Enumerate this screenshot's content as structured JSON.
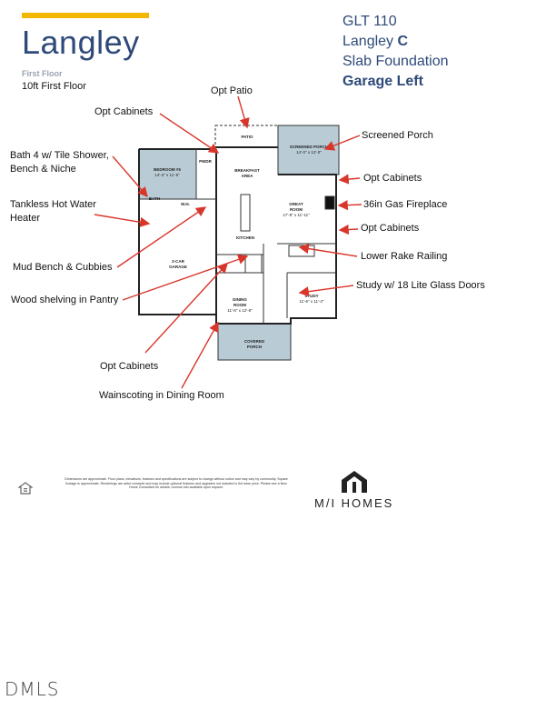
{
  "header": {
    "title": "Langley",
    "floor_label": "First Floor",
    "ceiling_note": "10ft First Floor"
  },
  "plan_info": {
    "line1": "GLT 110",
    "line2_prefix": "Langley ",
    "line2_bold": "C",
    "line3": "Slab Foundation",
    "line4": "Garage Left"
  },
  "callouts": {
    "opt_patio": "Opt Patio",
    "opt_cabinets_top": "Opt Cabinets",
    "screened_porch": "Screened Porch",
    "bath4": "Bath 4 w/ Tile Shower,",
    "bath4_line2": "Bench & Niche",
    "opt_cabinets_right1": "Opt Cabinets",
    "tankless": "Tankless Hot Water",
    "tankless_line2": "Heater",
    "fireplace": "36in Gas Fireplace",
    "opt_cabinets_right2": "Opt Cabinets",
    "lower_rake": "Lower Rake Railing",
    "mud_bench": "Mud Bench & Cubbies",
    "study_doors": "Study w/ 18 Lite Glass Doors",
    "pantry": "Wood shelving in Pantry",
    "opt_cabinets_bottom": "Opt Cabinets",
    "wainscoting": "Wainscoting in Dining Room"
  },
  "rooms": {
    "patio": "PATIO",
    "screened_porch": "SCREENED PORCH",
    "screened_porch_dim": "14'-0\" x 12'-0\"",
    "bedroom": "BEDROOM #5",
    "bedroom_dim": "14'-2\" x 11'-5\"",
    "pwdr": "PWDR",
    "bath": "BATH",
    "wh": "W.H.",
    "breakfast": "BREAKFAST",
    "breakfast2": "AREA",
    "great_room": "GREAT",
    "great_room2": "ROOM",
    "great_room_dim": "17'-8\" x 11'-11\"",
    "kitchen": "KITCHEN",
    "garage": "2-CAR",
    "garage2": "GARAGE",
    "dining": "DINING",
    "dining2": "ROOM",
    "dining_dim": "11'-6\" x 12'-8\"",
    "study": "STUDY",
    "study_dim": "11'-6\" x 11'-4\"",
    "covered_porch": "COVERED",
    "covered_porch2": "PORCH"
  },
  "footer": {
    "disclaimer": "Dimensions are approximate. Floor plans, elevations, features and specifications are subject to change without notice and may vary by community. Square footage is approximate. Renderings are artist concepts and may include optional features and upgrades not included in the base price. Please see a New Home Consultant for details. License info available upon request.",
    "brand": "M/I HOMES",
    "watermark": "DMLS"
  },
  "colors": {
    "accent": "#f2b705",
    "title": "#2f4a7a",
    "porch_fill": "#b9ccd6",
    "arrow": "#d9362b"
  }
}
